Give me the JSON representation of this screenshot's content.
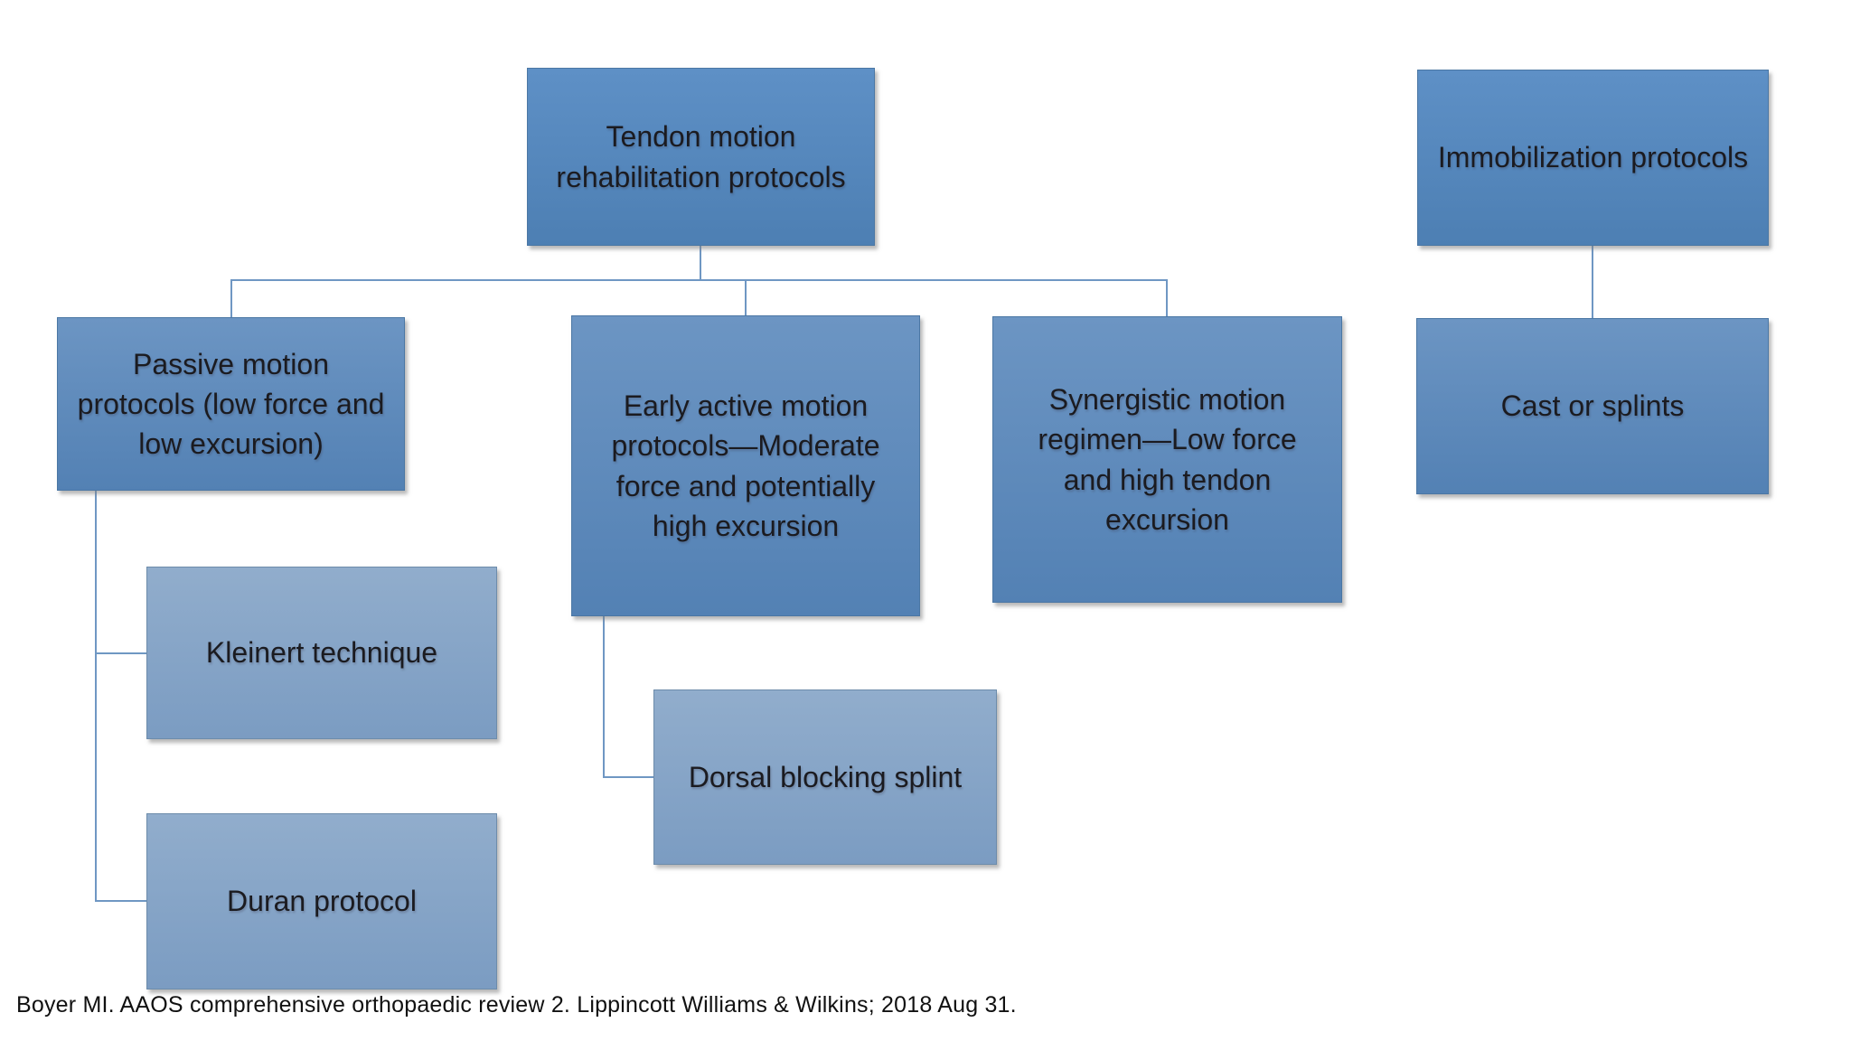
{
  "diagram": {
    "type": "hierarchy",
    "nodes": {
      "tendon": {
        "label": "Tendon motion rehabilitation protocols",
        "level": 1
      },
      "immobilization": {
        "label": "Immobilization protocols",
        "level": 1
      },
      "passive": {
        "label": "Passive motion protocols (low force and low excursion)",
        "level": 2
      },
      "early_active": {
        "label": "Early active motion protocols—Moderate force and potentially high excursion",
        "level": 2
      },
      "synergistic": {
        "label": "Synergistic motion regimen—Low force and high tendon excursion",
        "level": 2
      },
      "cast": {
        "label": "Cast or splints",
        "level": 2
      },
      "kleinert": {
        "label": "Kleinert technique",
        "level": 3
      },
      "duran": {
        "label": "Duran protocol",
        "level": 3
      },
      "dorsal": {
        "label": "Dorsal blocking splint",
        "level": 3
      }
    },
    "edges": [
      {
        "from": "tendon",
        "to": "passive"
      },
      {
        "from": "tendon",
        "to": "early_active"
      },
      {
        "from": "tendon",
        "to": "synergistic"
      },
      {
        "from": "immobilization",
        "to": "cast"
      },
      {
        "from": "passive",
        "to": "kleinert"
      },
      {
        "from": "passive",
        "to": "duran"
      },
      {
        "from": "early_active",
        "to": "dorsal"
      }
    ],
    "colors": {
      "level1_fill_top": "#5e90c6",
      "level1_fill_bottom": "#4d7fb3",
      "level2_fill_top": "#6c95c3",
      "level2_fill_bottom": "#5381b4",
      "level3_fill_top": "#91adcc",
      "level3_fill_bottom": "#7b9cc2",
      "connector": "#6f97c3",
      "text": "#1b1b20",
      "background": "#ffffff"
    }
  },
  "citation": "Boyer MI. AAOS comprehensive orthopaedic review 2. Lippincott Williams & Wilkins; 2018 Aug 31."
}
